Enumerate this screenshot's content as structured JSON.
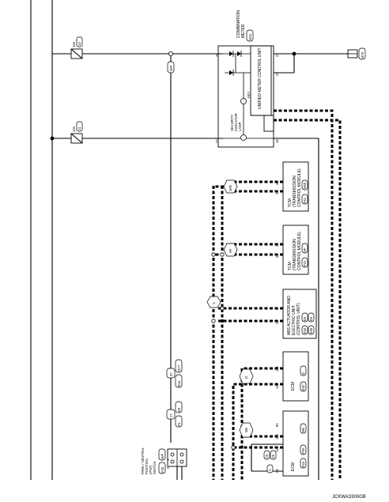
{
  "fuses": [
    {
      "amp": "10A",
      "num": "13"
    },
    {
      "amp": "10A",
      "num": "11"
    }
  ],
  "combination_meter": {
    "title_line1": "COMBINATION",
    "title_line2": "METER",
    "connector": "M24",
    "unit_label": "UNIFIED METER CONTROL UNIT",
    "key_label": "KEY",
    "indicator_line1": "SECURITY",
    "indicator_line2": "INDICATOR",
    "indicator_line3": "LAMP",
    "pin_top_left": "28",
    "pin_top_right": "23",
    "pin_mid_right": "22",
    "pin_bottom_left": "27",
    "pin_bottom_right": "18"
  },
  "splice_m": "M70",
  "junction_mf": "M/F",
  "tcm_cvt": {
    "line1": "TCM",
    "line2": "(TRANSMISSION",
    "line3": "CONTROL MODULE)",
    "conn1": "F61",
    "conn2": "M50",
    "pins": [
      "32",
      "31"
    ],
    "junction": "M/R"
  },
  "tcm_at": {
    "line1": "TCM",
    "line2": "(TRANSMISSION",
    "line3": "CONTROL MODULE)",
    "conn1": "F15",
    "conn2": "HF",
    "pins": [
      "33",
      "23"
    ],
    "junction": "HF"
  },
  "abs": {
    "line1": "ABS ACTUATOR AND",
    "line2": "ELECTRIC UNIT",
    "line3": "(CONTROL UNIT)",
    "conn1": "E34",
    "conn2": "E36",
    "conn3": "E5",
    "conn4": "E6",
    "pins": [
      "22",
      "9"
    ],
    "junction": "C"
  },
  "ecm_1": {
    "line1": "ECM",
    "conn1": "E32",
    "conn2": "D",
    "pins": [
      "132",
      "131"
    ],
    "junction": "D"
  },
  "ecm_2": {
    "line1": "ECM",
    "conn1": "E16",
    "conn2": "F56",
    "conn3": "M8",
    "pins": [
      "115",
      "160",
      "96"
    ],
    "junction": "M8",
    "side_pin": "93",
    "side_conn1": "A",
    "side_conn2": "C5",
    "side_conn3": "C6"
  },
  "harness_connectors": [
    {
      "pin": "37",
      "conn1": "E16",
      "conn2": "M77"
    },
    {
      "pin": "17",
      "conn1": "F1",
      "conn2": "E9"
    }
  ],
  "pnp_switch": {
    "line1": "PARK / NEUTRAL",
    "line2": "POSITION",
    "line3": "(PNP)",
    "line4": "SWITCH",
    "conn1": "F40",
    "conn2": "M/F",
    "pins": [
      "1",
      "2"
    ]
  },
  "figure_id": "JCKWA3300GB"
}
